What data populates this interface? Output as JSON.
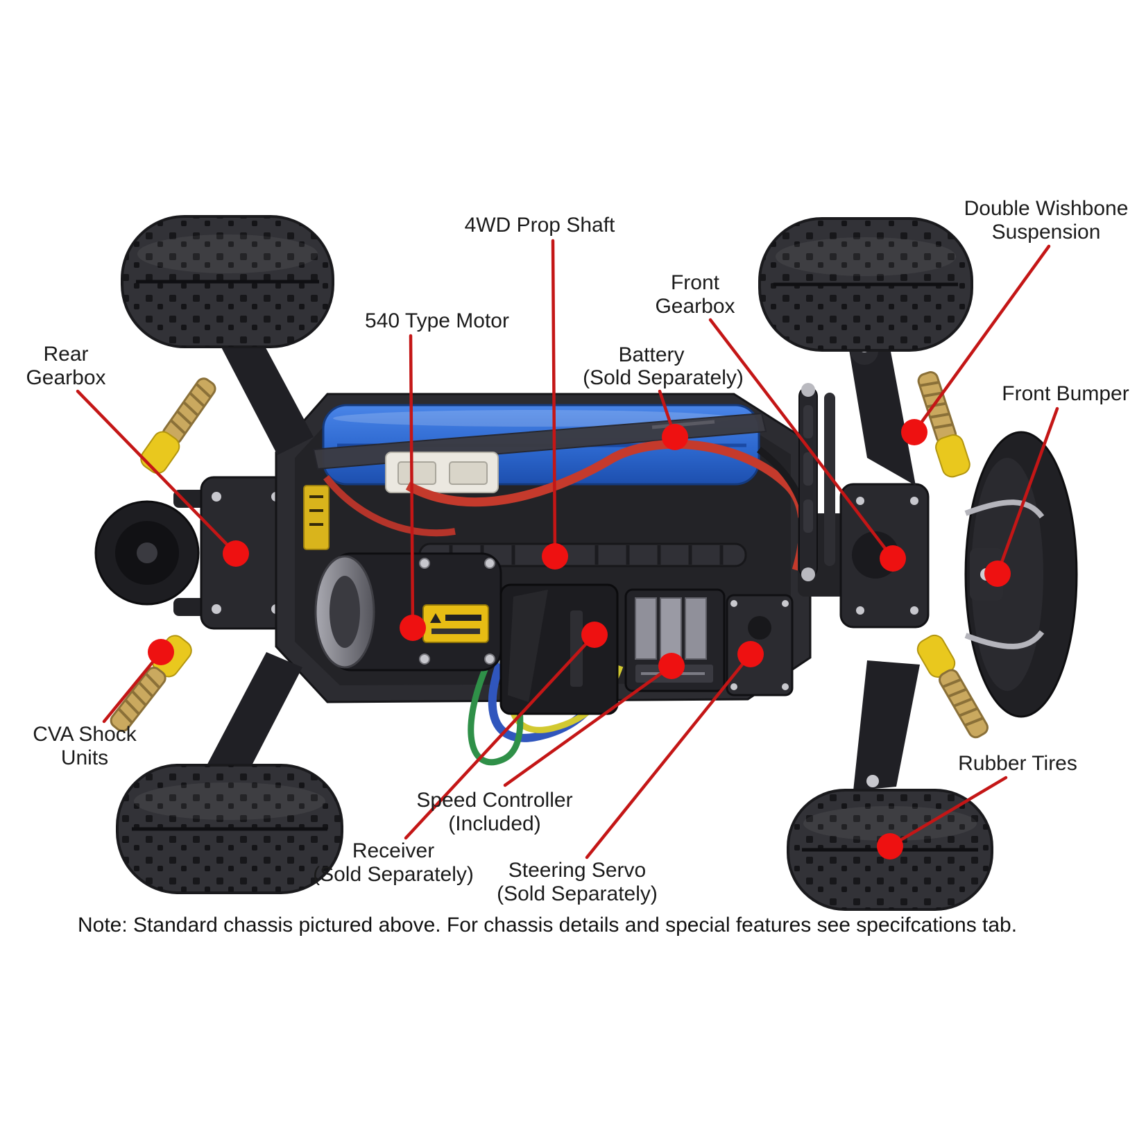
{
  "diagram": {
    "note": "Note: Standard chassis pictured above. For chassis details and special features see specifcations tab.",
    "callouts": {
      "rear_gearbox": {
        "line1": "Rear",
        "line2": "Gearbox"
      },
      "cva_shock_units": {
        "line1": "CVA Shock",
        "line2": "Units"
      },
      "motor_540": {
        "line1": "540 Type Motor"
      },
      "prop_shaft_4wd": {
        "line1": "4WD Prop Shaft"
      },
      "battery": {
        "line1": "Battery",
        "line2": "(Sold Separately)"
      },
      "front_gearbox": {
        "line1": "Front",
        "line2": "Gearbox"
      },
      "double_wishbone": {
        "line1": "Double Wishbone",
        "line2": "Suspension"
      },
      "front_bumper": {
        "line1": "Front Bumper"
      },
      "rubber_tires": {
        "line1": "Rubber Tires"
      },
      "speed_controller": {
        "line1": "Speed Controller",
        "line2": "(Included)"
      },
      "receiver": {
        "line1": "Receiver",
        "line2": "(Sold Separately)"
      },
      "steering_servo": {
        "line1": "Steering Servo",
        "line2": "(Sold Separately)"
      }
    },
    "colors": {
      "callout_line": "#c41616",
      "callout_dot": "#ee1111",
      "label_text": "#1b1b1b",
      "battery_blue": "#2d68cf",
      "shock_yellow": "#e9c81e",
      "spring_gold": "#caa95f"
    }
  }
}
